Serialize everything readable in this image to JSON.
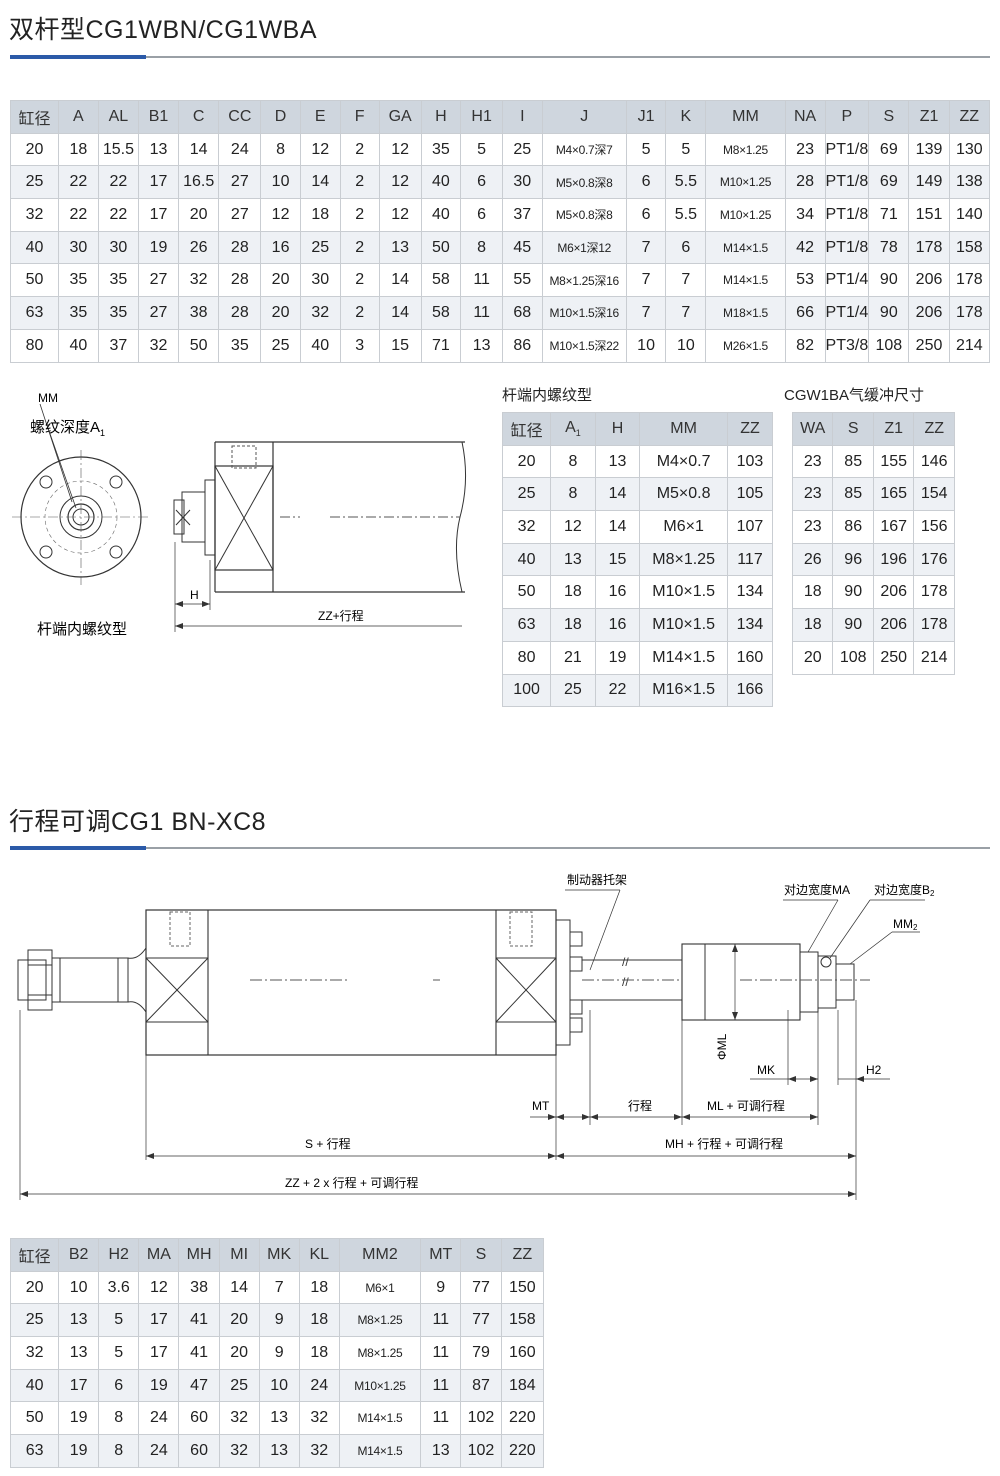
{
  "section1": {
    "title": "双杆型CG1WBN/CG1WBA",
    "table": {
      "headers": [
        "缸径",
        "A",
        "AL",
        "B1",
        "C",
        "CC",
        "D",
        "E",
        "F",
        "GA",
        "H",
        "H1",
        "I",
        "J",
        "J1",
        "K",
        "MM",
        "NA",
        "P",
        "S",
        "Z1",
        "ZZ"
      ],
      "rows": [
        [
          "20",
          "18",
          "15.5",
          "13",
          "14",
          "24",
          "8",
          "12",
          "2",
          "12",
          "35",
          "5",
          "25",
          "M4×0.7深7",
          "5",
          "5",
          "M8×1.25",
          "23",
          "PT1/8",
          "69",
          "139",
          "130"
        ],
        [
          "25",
          "22",
          "22",
          "17",
          "16.5",
          "27",
          "10",
          "14",
          "2",
          "12",
          "40",
          "6",
          "30",
          "M5×0.8深8",
          "6",
          "5.5",
          "M10×1.25",
          "28",
          "PT1/8",
          "69",
          "149",
          "138"
        ],
        [
          "32",
          "22",
          "22",
          "17",
          "20",
          "27",
          "12",
          "18",
          "2",
          "12",
          "40",
          "6",
          "37",
          "M5×0.8深8",
          "6",
          "5.5",
          "M10×1.25",
          "34",
          "PT1/8",
          "71",
          "151",
          "140"
        ],
        [
          "40",
          "30",
          "30",
          "19",
          "26",
          "28",
          "16",
          "25",
          "2",
          "13",
          "50",
          "8",
          "45",
          "M6×1深12",
          "7",
          "6",
          "M14×1.5",
          "42",
          "PT1/8",
          "78",
          "178",
          "158"
        ],
        [
          "50",
          "35",
          "35",
          "27",
          "32",
          "28",
          "20",
          "30",
          "2",
          "14",
          "58",
          "11",
          "55",
          "M8×1.25深16",
          "7",
          "7",
          "M14×1.5",
          "53",
          "PT1/4",
          "90",
          "206",
          "178"
        ],
        [
          "63",
          "35",
          "35",
          "27",
          "38",
          "28",
          "20",
          "32",
          "2",
          "14",
          "58",
          "11",
          "68",
          "M10×1.5深16",
          "7",
          "7",
          "M18×1.5",
          "66",
          "PT1/4",
          "90",
          "206",
          "178"
        ],
        [
          "80",
          "40",
          "37",
          "32",
          "50",
          "35",
          "25",
          "40",
          "3",
          "15",
          "71",
          "13",
          "86",
          "M10×1.5深22",
          "10",
          "10",
          "M26×1.5",
          "82",
          "PT3/8",
          "108",
          "250",
          "214"
        ]
      ]
    },
    "drawing": {
      "label_mm": "MM",
      "label_depth": "螺纹深度A",
      "label_depth_sub": "1",
      "label_h": "H",
      "label_zz": "ZZ+行程",
      "caption": "杆端内螺纹型"
    },
    "rod_table": {
      "title": "杆端内螺纹型",
      "headers": [
        "缸径",
        "A",
        "H",
        "MM",
        "ZZ"
      ],
      "header_a_sub": "1",
      "rows": [
        [
          "20",
          "8",
          "13",
          "M4×0.7",
          "103"
        ],
        [
          "25",
          "8",
          "14",
          "M5×0.8",
          "105"
        ],
        [
          "32",
          "12",
          "14",
          "M6×1",
          "107"
        ],
        [
          "40",
          "13",
          "15",
          "M8×1.25",
          "117"
        ],
        [
          "50",
          "18",
          "16",
          "M10×1.5",
          "134"
        ],
        [
          "63",
          "18",
          "16",
          "M10×1.5",
          "134"
        ],
        [
          "80",
          "21",
          "19",
          "M14×1.5",
          "160"
        ],
        [
          "100",
          "25",
          "22",
          "M16×1.5",
          "166"
        ]
      ]
    },
    "cushion_table": {
      "title": "CGW1BA气缓冲尺寸",
      "headers": [
        "WA",
        "S",
        "Z1",
        "ZZ"
      ],
      "rows": [
        [
          "23",
          "85",
          "155",
          "146"
        ],
        [
          "23",
          "85",
          "165",
          "154"
        ],
        [
          "23",
          "86",
          "167",
          "156"
        ],
        [
          "26",
          "96",
          "196",
          "176"
        ],
        [
          "18",
          "90",
          "206",
          "178"
        ],
        [
          "18",
          "90",
          "206",
          "178"
        ],
        [
          "20",
          "108",
          "250",
          "214"
        ]
      ]
    }
  },
  "section2": {
    "title": "行程可调CG1 BN-XC8",
    "drawing": {
      "label_bracket": "制动器托架",
      "label_ma": "对边宽度MA",
      "label_b2": "对边宽度B",
      "label_b2_sub": "2",
      "label_mm2": "MM",
      "label_mm2_sub": "2",
      "label_phi_ml": "ΦML",
      "label_mk": "MK",
      "label_h2": "H2",
      "label_mt": "MT",
      "label_stroke": "行程",
      "label_ml": "ML + 可调行程",
      "label_s": "S + 行程",
      "label_mh": "MH + 行程 + 可调行程",
      "label_zz": "ZZ + 2 x 行程 + 可调行程"
    },
    "table": {
      "headers": [
        "缸径",
        "B2",
        "H2",
        "MA",
        "MH",
        "MI",
        "MK",
        "KL",
        "MM2",
        "MT",
        "S",
        "ZZ"
      ],
      "rows": [
        [
          "20",
          "10",
          "3.6",
          "12",
          "38",
          "14",
          "7",
          "18",
          "M6×1",
          "9",
          "77",
          "150"
        ],
        [
          "25",
          "13",
          "5",
          "17",
          "41",
          "20",
          "9",
          "18",
          "M8×1.25",
          "11",
          "77",
          "158"
        ],
        [
          "32",
          "13",
          "5",
          "17",
          "41",
          "20",
          "9",
          "18",
          "M8×1.25",
          "11",
          "79",
          "160"
        ],
        [
          "40",
          "17",
          "6",
          "19",
          "47",
          "25",
          "10",
          "24",
          "M10×1.25",
          "11",
          "87",
          "184"
        ],
        [
          "50",
          "19",
          "8",
          "24",
          "60",
          "32",
          "13",
          "32",
          "M14×1.5",
          "11",
          "102",
          "220"
        ],
        [
          "63",
          "19",
          "8",
          "24",
          "60",
          "32",
          "13",
          "32",
          "M14×1.5",
          "13",
          "102",
          "220"
        ]
      ]
    }
  }
}
